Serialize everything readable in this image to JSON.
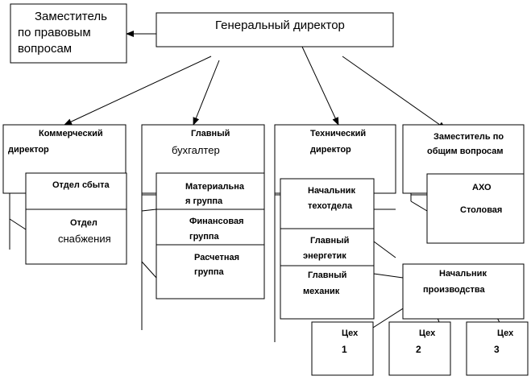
{
  "nodes": {
    "ceo": {
      "lines": [
        "Генеральный директор"
      ],
      "style": "big"
    },
    "legal": {
      "lines": [
        "Заместитель",
        "по правовым",
        "вопросам"
      ],
      "style": "big"
    },
    "commercial": {
      "lines": [
        "Коммерческий",
        "директор"
      ],
      "style": "small"
    },
    "sales": {
      "lines": [
        "Отдел сбыта"
      ],
      "style": "small"
    },
    "supply": {
      "lines": [
        "Отдел",
        "снабжения"
      ],
      "style": "mixed"
    },
    "accountant": {
      "lines": [
        "Главный",
        "бухгалтер"
      ],
      "style": "mixed"
    },
    "materials": {
      "lines": [
        "Материальна",
        "я группа"
      ],
      "style": "small"
    },
    "finance": {
      "lines": [
        "Финансовая",
        "группа"
      ],
      "style": "small"
    },
    "payroll": {
      "lines": [
        "Расчетная",
        "группа"
      ],
      "style": "small"
    },
    "technical": {
      "lines": [
        "Технический",
        "директор"
      ],
      "style": "small"
    },
    "tech_head": {
      "lines": [
        "Начальник",
        "техотдела"
      ],
      "style": "small"
    },
    "energy": {
      "lines": [
        "Главный",
        "энергетик"
      ],
      "style": "small"
    },
    "mechanic": {
      "lines": [
        "Главный",
        "механик"
      ],
      "style": "small"
    },
    "general_dep": {
      "lines": [
        "Заместитель по",
        "общим вопросам"
      ],
      "style": "small"
    },
    "aho": {
      "lines": [
        "АХО"
      ],
      "style": "small"
    },
    "canteen": {
      "lines": [
        "Столовая"
      ],
      "style": "small"
    },
    "production": {
      "lines": [
        "Начальник",
        "производства"
      ],
      "style": "small"
    },
    "shop1": {
      "lines": [
        "Цех",
        "1"
      ],
      "style": "num"
    },
    "shop2": {
      "lines": [
        "Цех",
        "2"
      ],
      "style": "num"
    },
    "shop3": {
      "lines": [
        "Цех",
        "3"
      ],
      "style": "num"
    }
  },
  "edges": [
    {
      "from": "ceo",
      "to": "legal"
    },
    {
      "from": "ceo",
      "to": "commercial"
    },
    {
      "from": "ceo",
      "to": "accountant"
    },
    {
      "from": "ceo",
      "to": "technical"
    },
    {
      "from": "ceo",
      "to": "general_dep"
    },
    {
      "from": "production",
      "to": "shop1"
    },
    {
      "from": "production",
      "to": "shop2"
    },
    {
      "from": "production",
      "to": "shop3"
    }
  ]
}
